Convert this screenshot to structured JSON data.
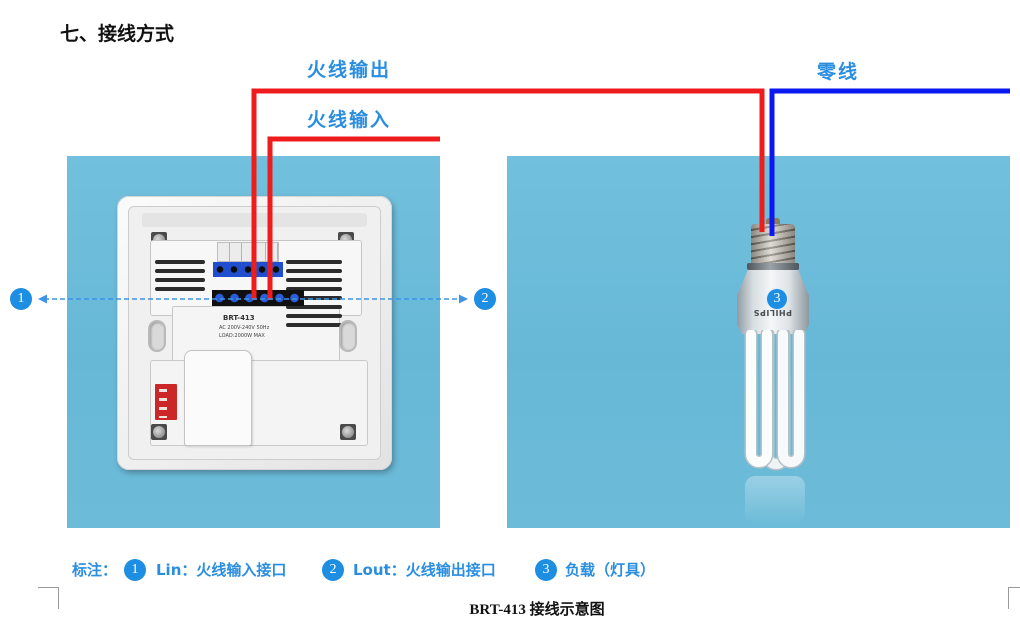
{
  "heading": "七、接线方式",
  "wire_labels": {
    "live_output": "火线输出",
    "live_input": "火线输入",
    "neutral": "零线"
  },
  "diagram_markers": {
    "lin": "1",
    "lout": "2",
    "load": "3"
  },
  "switch": {
    "model": "BRT-413",
    "spec_voltage": "AC 200V-240V 50Hz",
    "spec_load": "LOAD:2000W MAX"
  },
  "bulb": {
    "logo": "PHILIPS"
  },
  "legend": {
    "prefix": "标注：",
    "items": [
      {
        "num": "1",
        "text": "Lin：火线输入接口"
      },
      {
        "num": "2",
        "text": "Lout：火线输出接口"
      },
      {
        "num": "3",
        "text": "负载（灯具）"
      }
    ]
  },
  "caption": "BRT-413 接线示意图",
  "colors": {
    "accent": "#2a8ee0",
    "live_wire": "#ee1c1c",
    "neutral_wire": "#0b18f0",
    "marker": "#1e8ee2",
    "dimension_arrow": "#3d93e6",
    "photo_background": "#6bbad8"
  }
}
